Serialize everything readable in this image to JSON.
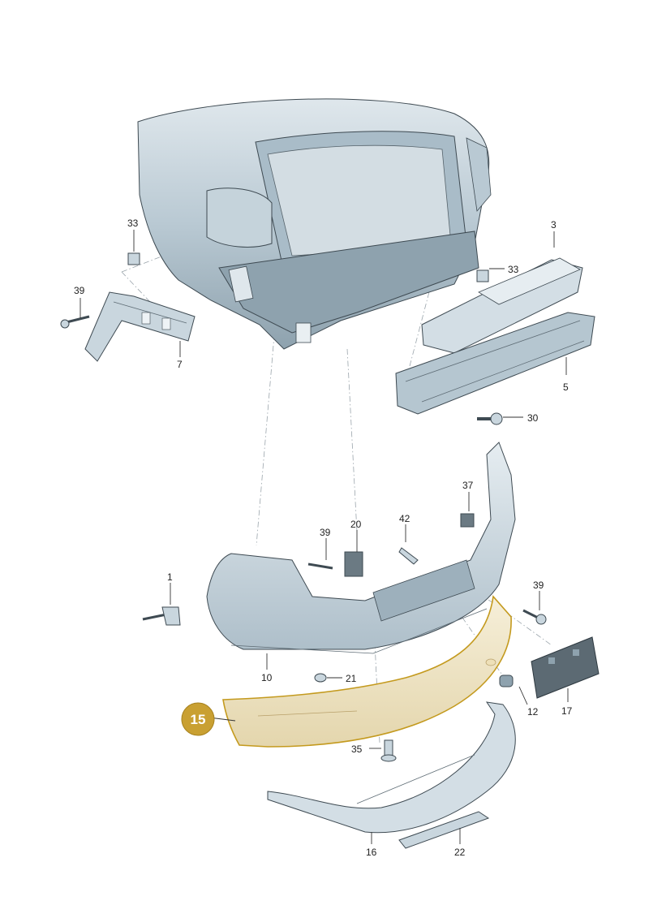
{
  "colors": {
    "part_fill": "#c9d6de",
    "part_dark": "#8fa3b0",
    "part_stroke": "#3e4a52",
    "highlight_fill": "#efe5c7",
    "highlight_stroke": "#c49a1e",
    "callout_fill": "#c9a032",
    "background": "#ffffff"
  },
  "callout": {
    "number": "15"
  },
  "labels": {
    "p1": "1",
    "p3": "3",
    "p5": "5",
    "p7": "7",
    "p10": "10",
    "p12": "12",
    "p16": "16",
    "p17": "17",
    "p20": "20",
    "p21": "21",
    "p22": "22",
    "p30": "30",
    "p33a": "33",
    "p33b": "33",
    "p35": "35",
    "p37": "37",
    "p39a": "39",
    "p39b": "39",
    "p39c": "39",
    "p42": "42"
  }
}
